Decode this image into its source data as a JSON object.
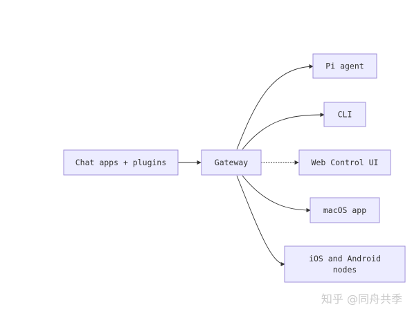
{
  "diagram": {
    "nodes": {
      "chat_apps": "Chat apps + plugins",
      "gateway": "Gateway",
      "pi_agent": "Pi agent",
      "cli": "CLI",
      "web_control_ui": "Web Control UI",
      "macos_app": "macOS app",
      "ios_android_line1": "iOS and Android",
      "ios_android_line2": "nodes"
    }
  },
  "watermark": {
    "text": "知乎 @同舟共季"
  },
  "colors": {
    "node_fill": "#ececff",
    "node_stroke": "#9f8fd9",
    "edge": "#333333",
    "text": "#333333"
  }
}
